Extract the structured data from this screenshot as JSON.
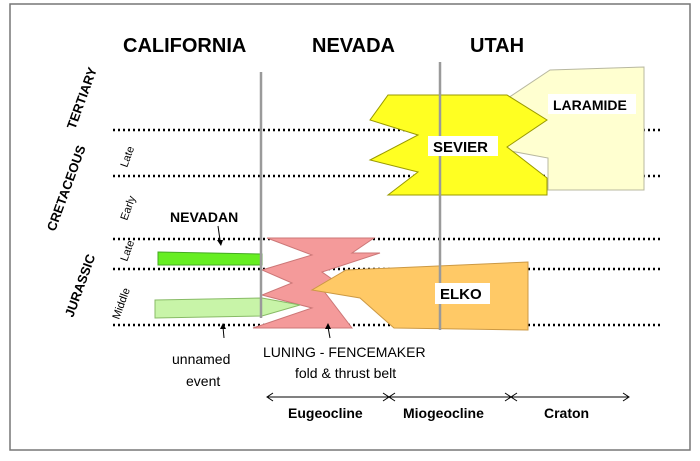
{
  "states": {
    "california": "CALIFORNIA",
    "nevada": "NEVADA",
    "utah": "UTAH"
  },
  "periods": {
    "tertiary": "TERTIARY",
    "cretaceous": "CRETACEOUS",
    "jurassic": "JURASSIC"
  },
  "subperiods": {
    "cretaceous_late": "Late",
    "cretaceous_early": "Early",
    "jurassic_late": "Late",
    "jurassic_middle": "Middle"
  },
  "events": {
    "sevier": "SEVIER",
    "laramide": "LARAMIDE",
    "elko": "ELKO",
    "nevadan": "NEVADAN",
    "unnamed_line1": "unnamed",
    "unnamed_line2": "event",
    "luning_line1": "LUNING - FENCEMAKER",
    "luning_line2": "fold & thrust belt"
  },
  "zones": {
    "eugeocline": "Eugeocline",
    "miogeocline": "Miogeocline",
    "craton": "Craton"
  },
  "colors": {
    "sevier": "#ffff22",
    "laramide": "#ffffd0",
    "elko": "#ffc966",
    "luning": "#f49a9a",
    "nevadan": "#66ee22",
    "unnamed": "#c8f4a8",
    "border": "#555555",
    "divider": "#9a9a9a"
  }
}
